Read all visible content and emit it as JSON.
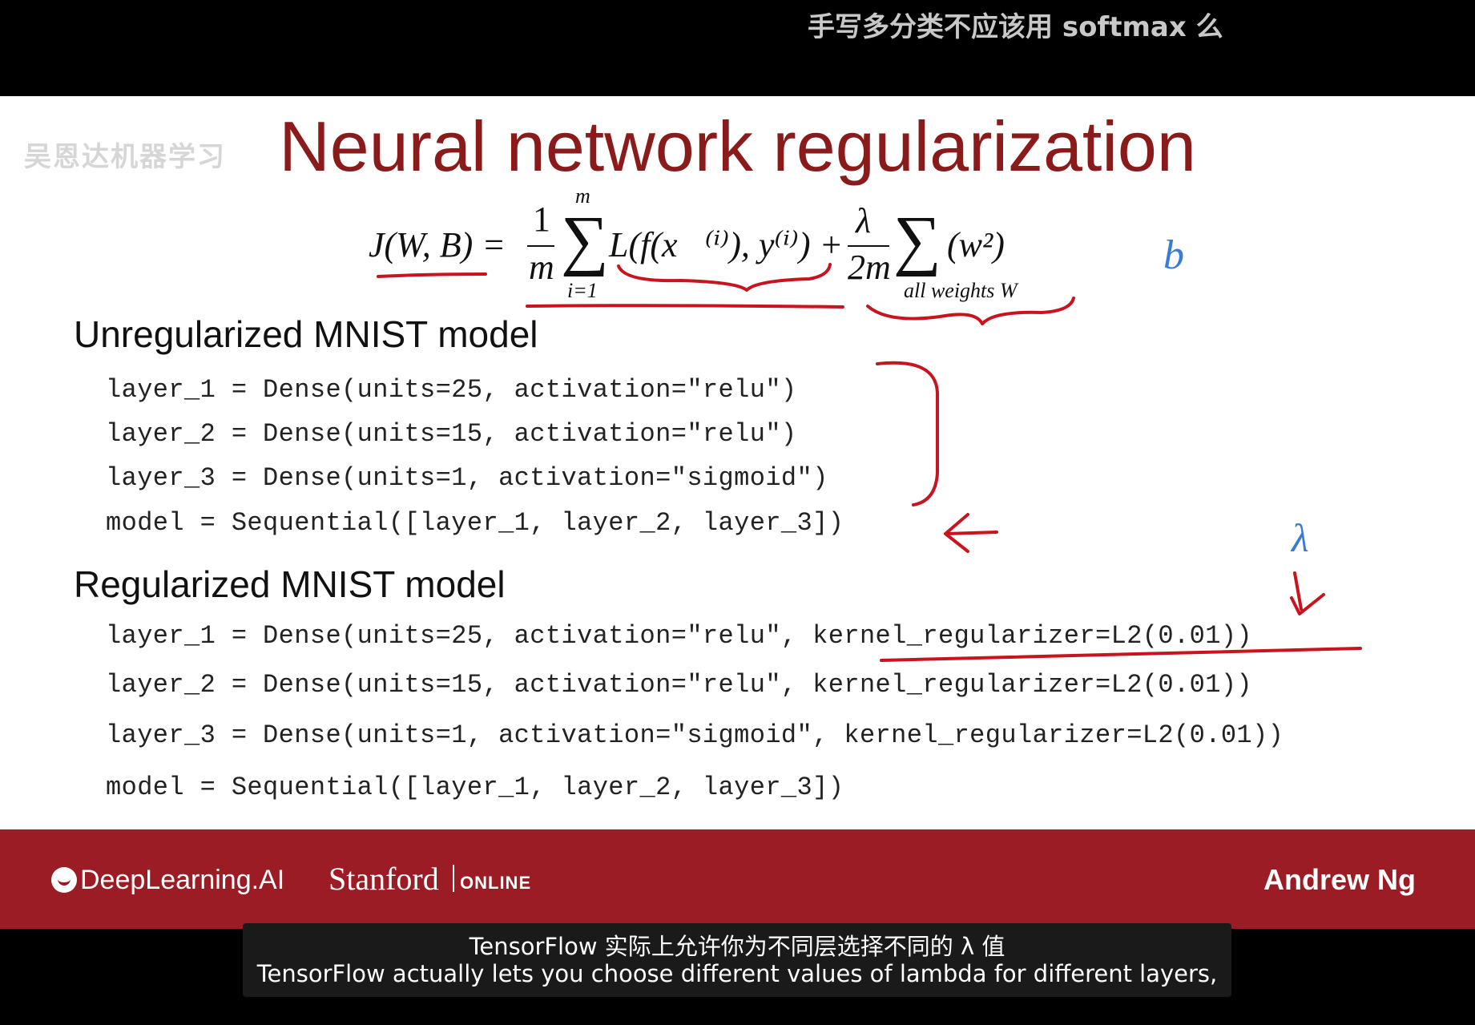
{
  "top_caption": "手写多分类不应该用 softmax 么",
  "watermark": "吴恩达机器学习",
  "slide": {
    "title": "Neural network regularization",
    "formula": {
      "lhs": "J(W, B) =",
      "frac1_num": "1",
      "frac1_den": "m",
      "sum1_top": "m",
      "sum1_bottom": "i=1",
      "loss": "L(f(x⃗⁽ⁱ⁾), y⁽ⁱ⁾) +",
      "frac2_num": "λ",
      "frac2_den": "2m",
      "reg_term": "(w²)",
      "sum2_bottom": "all weights W"
    },
    "unregularized": {
      "heading": "Unregularized MNIST model",
      "lines": [
        "layer_1 = Dense(units=25, activation=\"relu\")",
        "layer_2 = Dense(units=15, activation=\"relu\")",
        "layer_3 = Dense(units=1, activation=\"sigmoid\")",
        "model = Sequential([layer_1, layer_2, layer_3])"
      ]
    },
    "regularized": {
      "heading": "Regularized MNIST model",
      "lines": [
        "layer_1 = Dense(units=25, activation=\"relu\", kernel_regularizer=L2(0.01))",
        "layer_2 = Dense(units=15, activation=\"relu\", kernel_regularizer=L2(0.01))",
        "layer_3 = Dense(units=1, activation=\"sigmoid\", kernel_regularizer=L2(0.01))",
        "model = Sequential([layer_1, layer_2, layer_3])"
      ]
    },
    "annotations": {
      "b_note": "b",
      "lambda_note": "λ",
      "pen_red": "#c8141e",
      "pen_blue": "#3a7bd5"
    }
  },
  "footer": {
    "logo": "DeepLearning.AI",
    "stanford": "Stanford",
    "online": "ONLINE",
    "author": "Andrew Ng",
    "bg": "#9b1c24"
  },
  "subtitles": {
    "zh": "TensorFlow 实际上允许你为不同层选择不同的 λ 值",
    "en": "TensorFlow actually lets you choose different values of lambda for different layers,"
  }
}
